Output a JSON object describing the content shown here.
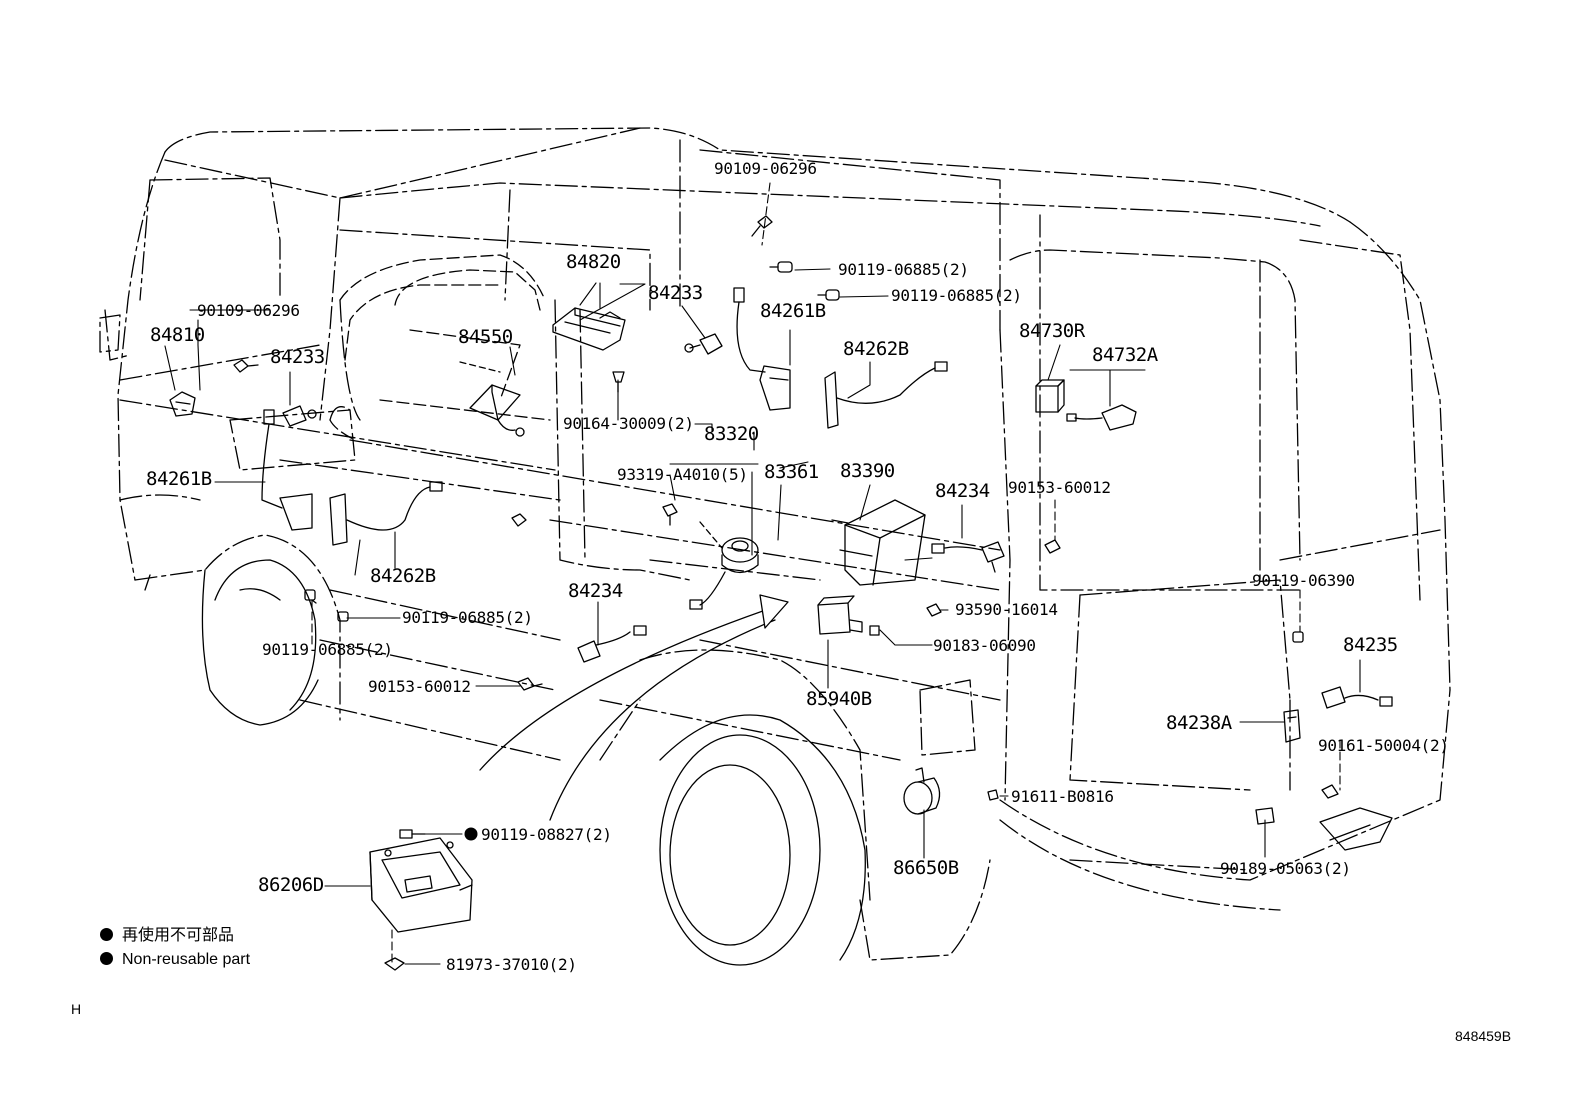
{
  "colors": {
    "line": "#000000",
    "background": "#ffffff"
  },
  "labels": {
    "p90109_06296_top": "90109-06296",
    "p90119_06885_a": "90119-06885(2)",
    "p90119_06885_b": "90119-06885(2)",
    "p84820": "84820",
    "p84233_r": "84233",
    "p84261b_r": "84261B",
    "p84262b_r": "84262B",
    "p90109_06296_left": "90109-06296",
    "p84810": "84810",
    "p84233_l": "84233",
    "p84550": "84550",
    "p90164_30009": "90164-30009(2)",
    "p83320": "83320",
    "p84730r": "84730R",
    "p84732a": "84732A",
    "p84261b_l": "84261B",
    "p93319": "93319-A4010(5)",
    "p83361": "83361",
    "p83390": "83390",
    "p84234_r": "84234",
    "p90153_60012_r": "90153-60012",
    "p84262b_l": "84262B",
    "p84234_l": "84234",
    "p90119_06885_c": "90119-06885(2)",
    "p90119_06885_d": "90119-06885(2)",
    "p93590_16014": "93590-16014",
    "p90183_06090": "90183-06090",
    "p90119_06390": "90119-06390",
    "p84235": "84235",
    "p90153_60012_l": "90153-60012",
    "p85940b": "85940B",
    "p84238a": "84238A",
    "p90161_50004": "90161-50004(2)",
    "p91611_b0816": "91611-B0816",
    "p90119_08827": "90119-08827(2)",
    "p86206d": "86206D",
    "p86650b": "86650B",
    "p90189_05063": "90189-05063(2)",
    "p81973_37010": "81973-37010(2)"
  },
  "legend": {
    "line_jp": "再使用不可部品",
    "line_en": "Non-reusable part"
  },
  "corner_mark": "H",
  "illustration_code": "848459B"
}
